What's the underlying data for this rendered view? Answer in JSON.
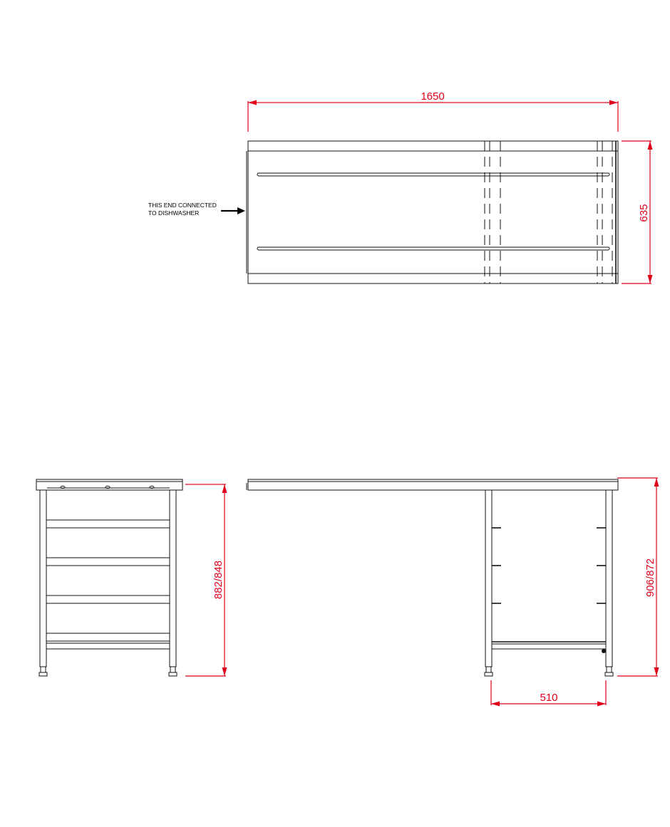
{
  "colors": {
    "dimension": "#e0001b",
    "outline": "#111111",
    "background": "#ffffff"
  },
  "plan_view": {
    "dimensions": {
      "length": "1650",
      "width": "635"
    },
    "note": {
      "line1": "THIS END CONNECTED",
      "line2": "TO DISHWASHER"
    }
  },
  "end_view": {
    "dimensions": {
      "height": "882/848"
    }
  },
  "side_view": {
    "dimensions": {
      "height": "906/872",
      "leg_span": "510"
    }
  }
}
